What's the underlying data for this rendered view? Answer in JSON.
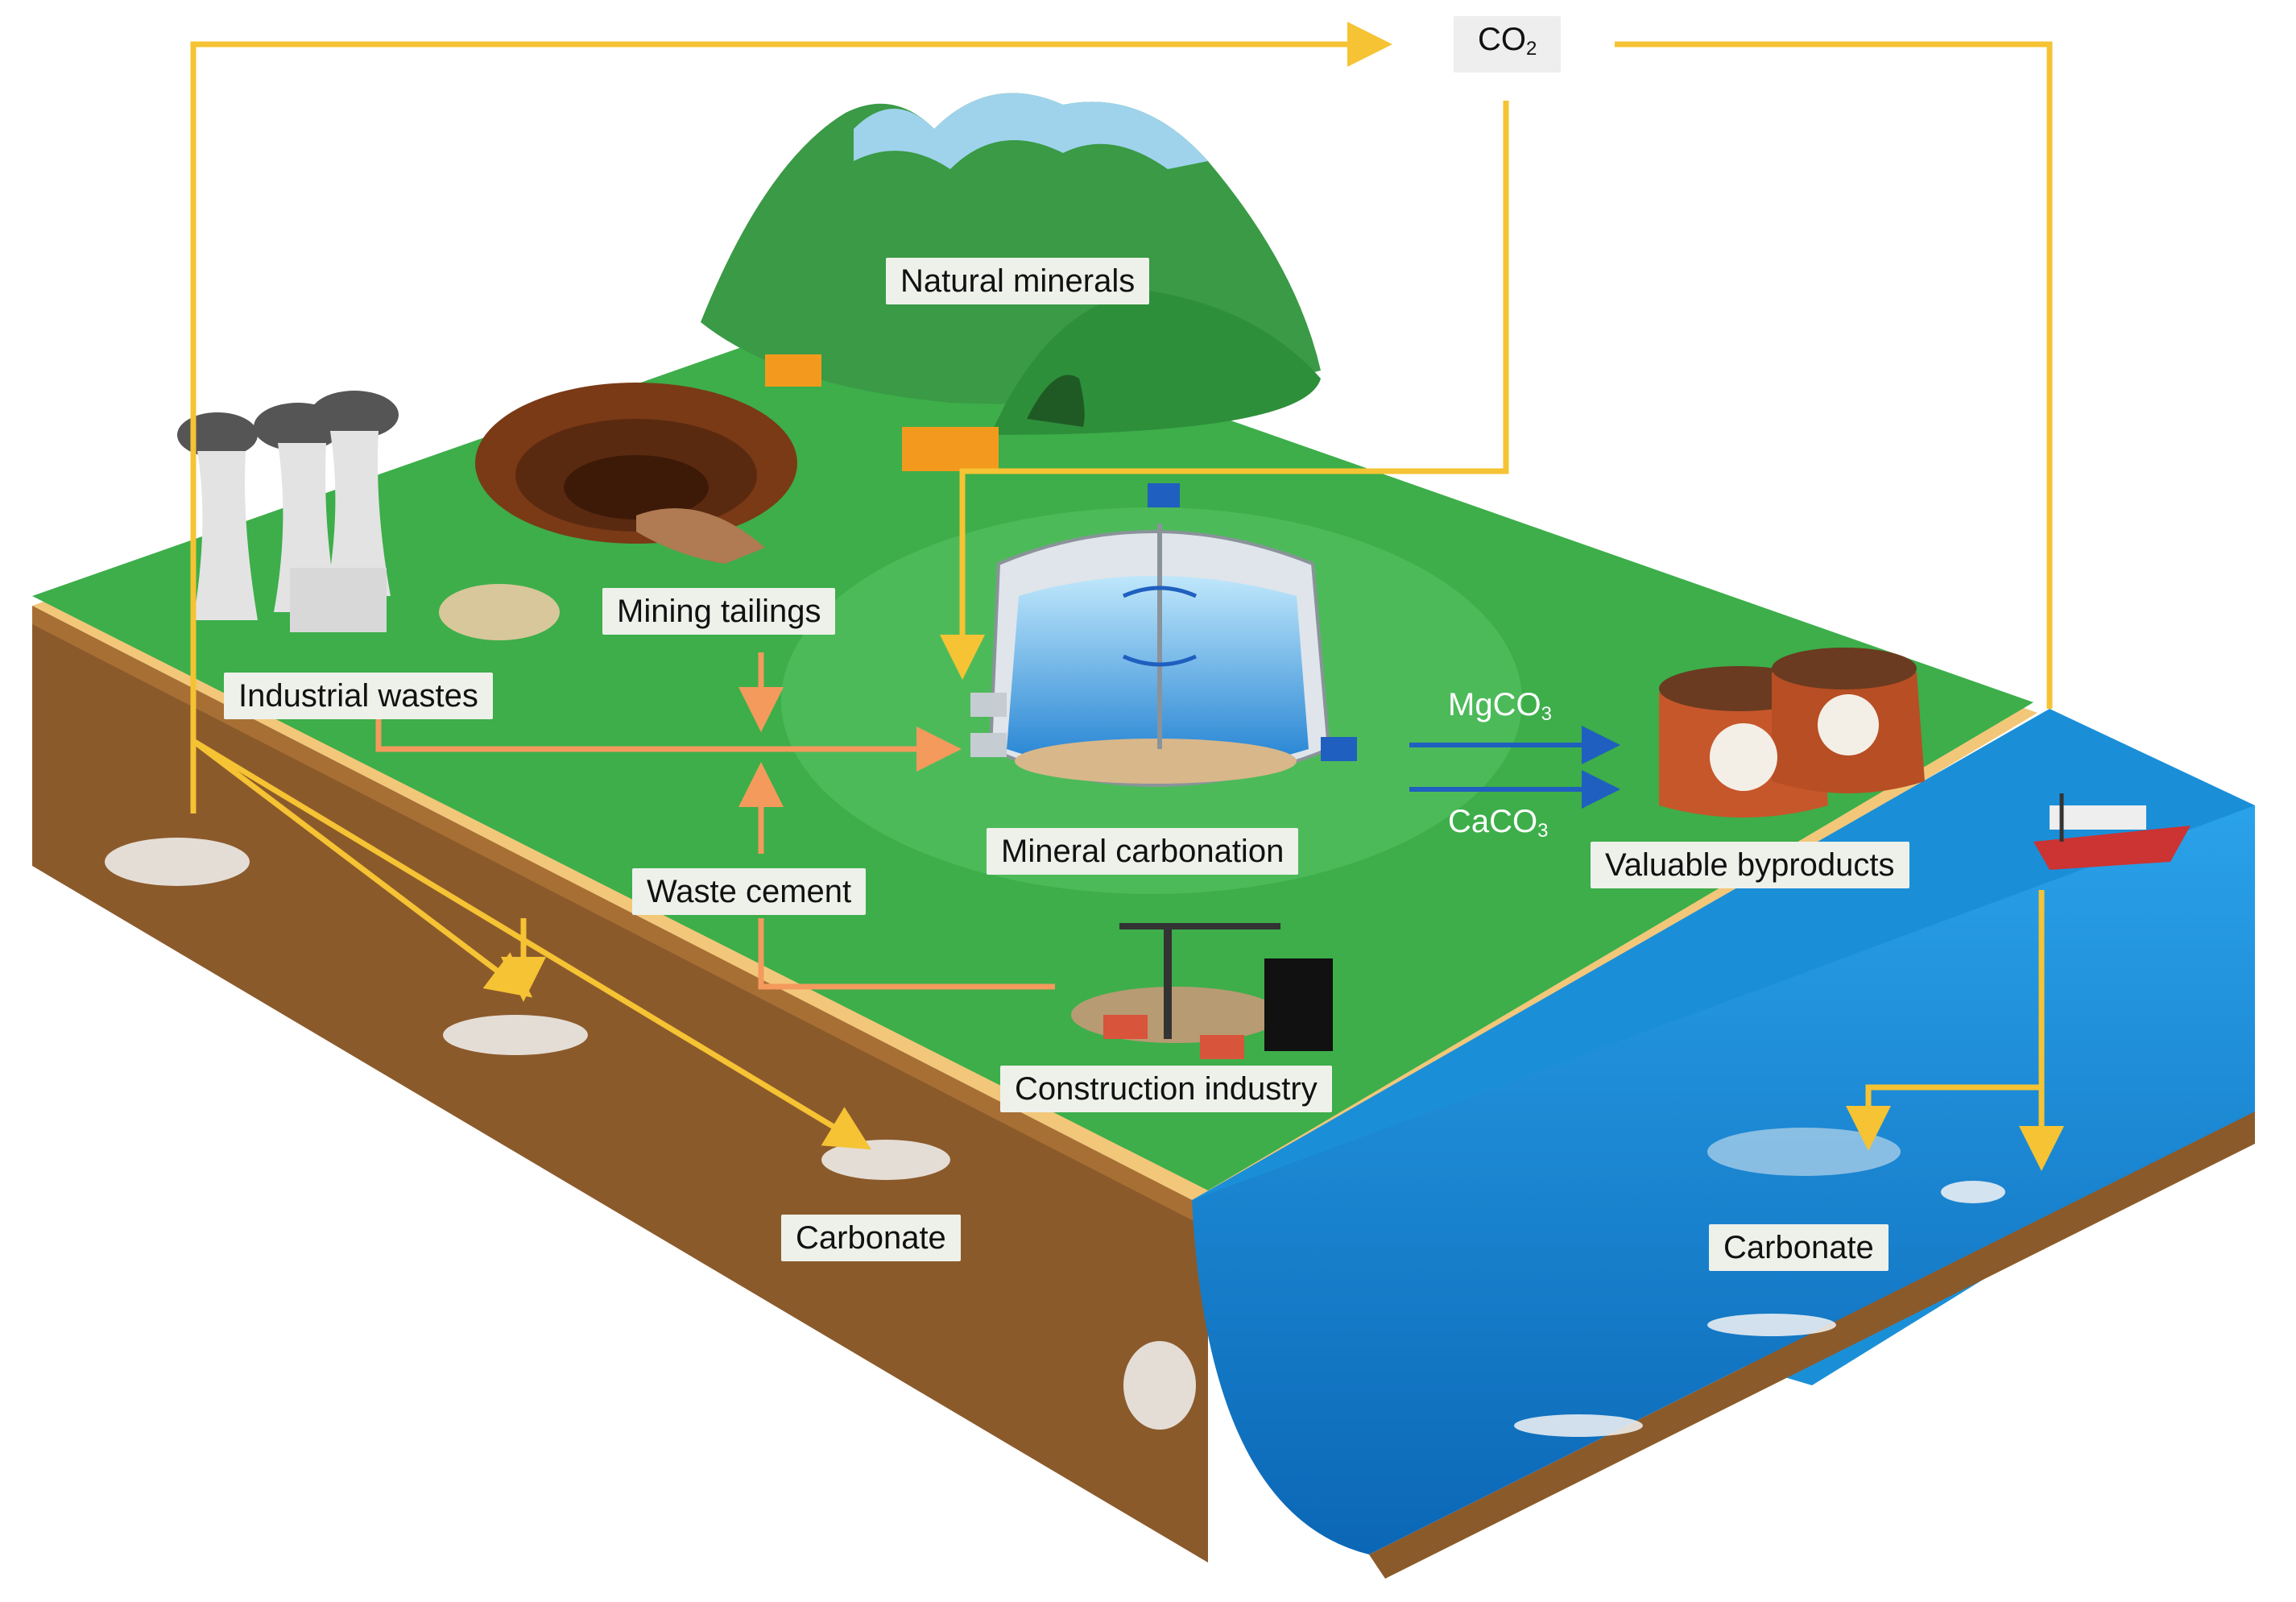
{
  "labels": {
    "co2": "CO",
    "co2_sub": "2",
    "natural_minerals": "Natural minerals",
    "mining_tailings": "Mining tailings",
    "industrial_wastes": "Industrial wastes",
    "waste_cement": "Waste cement",
    "mineral_carbonation": "Mineral carbonation",
    "construction_industry": "Construction industry",
    "valuable_byproducts": "Valuable byproducts",
    "carbonate_land": "Carbonate",
    "carbonate_sea": "Carbonate",
    "mgco3": "MgCO",
    "mgco3_sub": "3",
    "caco3": "CaCO",
    "caco3_sub": "3"
  },
  "colors": {
    "grass": "#3dae4a",
    "grass_dark": "#2e8f3a",
    "soil": "#8b5a2b",
    "soil_light": "#a86f35",
    "sand_edge": "#f2c77a",
    "water": "#1a8fd8",
    "water_dark": "#0d6fb8",
    "co2_flow": "#f5c333",
    "waste_flow": "#f39a5c",
    "product_flow": "#1f5fbf",
    "mountain": "#3a9a45",
    "snow": "#9fd3ec"
  }
}
